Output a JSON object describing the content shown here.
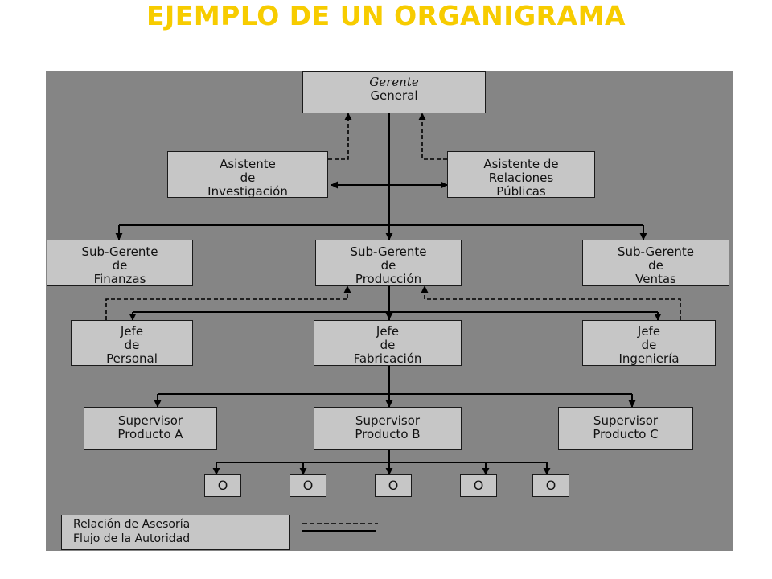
{
  "title": "EJEMPLO DE UN ORGANIGRAMA",
  "nodes": {
    "gerente": {
      "line1": "Gerente",
      "line2": "General"
    },
    "asistente_inv": {
      "line1": "Asistente",
      "line2": "de",
      "line3": "Investigación"
    },
    "asistente_rp": {
      "line1": "Asistente de",
      "line2": "Relaciones",
      "line3": "Públicas"
    },
    "sub_finanzas": {
      "line1": "Sub-Gerente",
      "line2": "de",
      "line3": "Finanzas"
    },
    "sub_produccion": {
      "line1": "Sub-Gerente",
      "line2": "de",
      "line3": "Producción"
    },
    "sub_ventas": {
      "line1": "Sub-Gerente",
      "line2": "de",
      "line3": "Ventas"
    },
    "jefe_personal": {
      "line1": "Jefe",
      "line2": "de",
      "line3": "Personal"
    },
    "jefe_fabricacion": {
      "line1": "Jefe",
      "line2": "de",
      "line3": "Fabricación"
    },
    "jefe_ingenieria": {
      "line1": "Jefe",
      "line2": "de",
      "line3": "Ingeniería"
    },
    "sup_a": {
      "line1": "Supervisor",
      "line2": "Producto A"
    },
    "sup_b": {
      "line1": "Supervisor",
      "line2": "Producto B"
    },
    "sup_c": {
      "line1": "Supervisor",
      "line2": "Producto C"
    },
    "leaf_1": {
      "label": "O"
    },
    "leaf_2": {
      "label": "O"
    },
    "leaf_3": {
      "label": "O"
    },
    "leaf_4": {
      "label": "O"
    },
    "leaf_5": {
      "label": "O"
    }
  },
  "legend": {
    "advisory": "Relación de Asesoría",
    "authority": "Flujo de la Autoridad"
  },
  "colors": {
    "title": "#f7cc00",
    "panel": "#858585",
    "box": "#c6c6c6",
    "line": "#000000"
  }
}
